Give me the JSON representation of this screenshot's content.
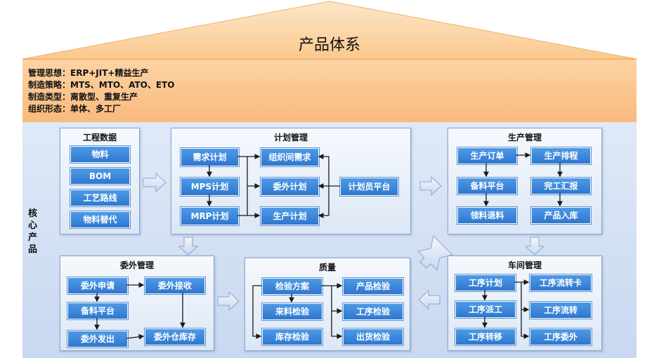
{
  "title": "产品体系",
  "strategy": {
    "lines": [
      "管理思想：ERP+JIT+精益生产",
      "制造策略：MTS、MTO、ATO、ETO",
      "制造类型：离散型、重复生产",
      "组织形态：单体、多工厂"
    ]
  },
  "core_label": "核心产品",
  "panels": {
    "engineering": {
      "title": "工程数据",
      "items": [
        "物料",
        "BOM",
        "工艺路线",
        "物料替代"
      ]
    },
    "planning": {
      "title": "计划管理",
      "items": [
        "需求计划",
        "MPS计划",
        "MRP计划",
        "组织间需求",
        "委外计划",
        "生产计划",
        "计划员平台"
      ]
    },
    "production": {
      "title": "生产管理",
      "items": [
        "生产订单",
        "生产排程",
        "备料平台",
        "完工汇报",
        "领料退料",
        "产品入库"
      ]
    },
    "outsourcing": {
      "title": "委外管理",
      "items": [
        "委外申请",
        "委外接收",
        "备料平台",
        "委外发出",
        "委外仓库存"
      ]
    },
    "quality": {
      "title": "质量",
      "items": [
        "检验方案",
        "产品检验",
        "来料检验",
        "工序检验",
        "库存检验",
        "出货检验"
      ]
    },
    "workshop": {
      "title": "车间管理",
      "items": [
        "工序计划",
        "工序流转卡",
        "工序派工",
        "工序流转",
        "工序转移",
        "工序委外"
      ]
    }
  },
  "colors": {
    "roof": "#fcd6a6",
    "band": "#f9b97c",
    "core": "#d3e0f3",
    "node": "#3a85da",
    "arrow": "#1a1a1a"
  }
}
